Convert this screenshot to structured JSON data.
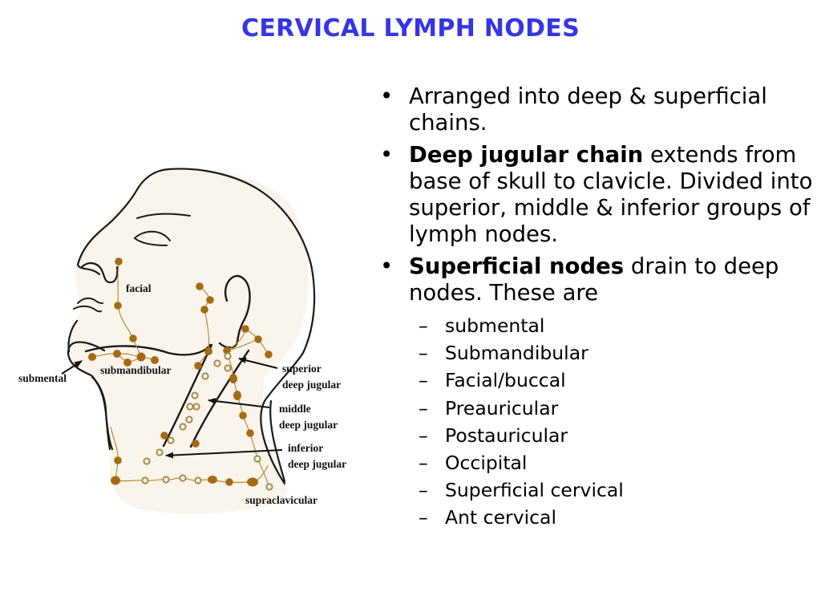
{
  "slide": {
    "title": "CERVICAL LYMPH NODES",
    "title_color": "#3535e8"
  },
  "bullets": [
    {
      "marker": "•",
      "bold": "",
      "text": "Arranged into deep & superficial chains."
    },
    {
      "marker": "•",
      "bold": "Deep jugular chain",
      "text": " extends from base of skull to clavicle. Divided into superior, middle & inferior groups of lymph nodes."
    },
    {
      "marker": "•",
      "bold": "Superficial nodes",
      "text": " drain to deep nodes. These are"
    }
  ],
  "superficial_nodes": [
    {
      "marker": "–",
      "label": "submental"
    },
    {
      "marker": "–",
      "label": "Submandibular"
    },
    {
      "marker": "–",
      "label": "Facial/buccal"
    },
    {
      "marker": "–",
      "label": "Preauricular"
    },
    {
      "marker": "–",
      "label": "Postauricular"
    },
    {
      "marker": "–",
      "label": "Occipital"
    },
    {
      "marker": "–",
      "label": "Superficial cervical"
    },
    {
      "marker": "–",
      "label": "Ant cervical"
    }
  ],
  "diagram": {
    "skin_color": "#faf5ec",
    "node_color": "#a56a12",
    "vessel_color": "#b88a3a",
    "labels": {
      "facial": "facial",
      "submental": "submental",
      "submandibular": "submandibular",
      "superior_1": "superior",
      "superior_2": "deep jugular",
      "middle_1": "middle",
      "middle_2": "deep jugular",
      "inferior_1": "inferior",
      "inferior_2": "deep jugular",
      "supraclavicular": "supraclavicular"
    }
  }
}
